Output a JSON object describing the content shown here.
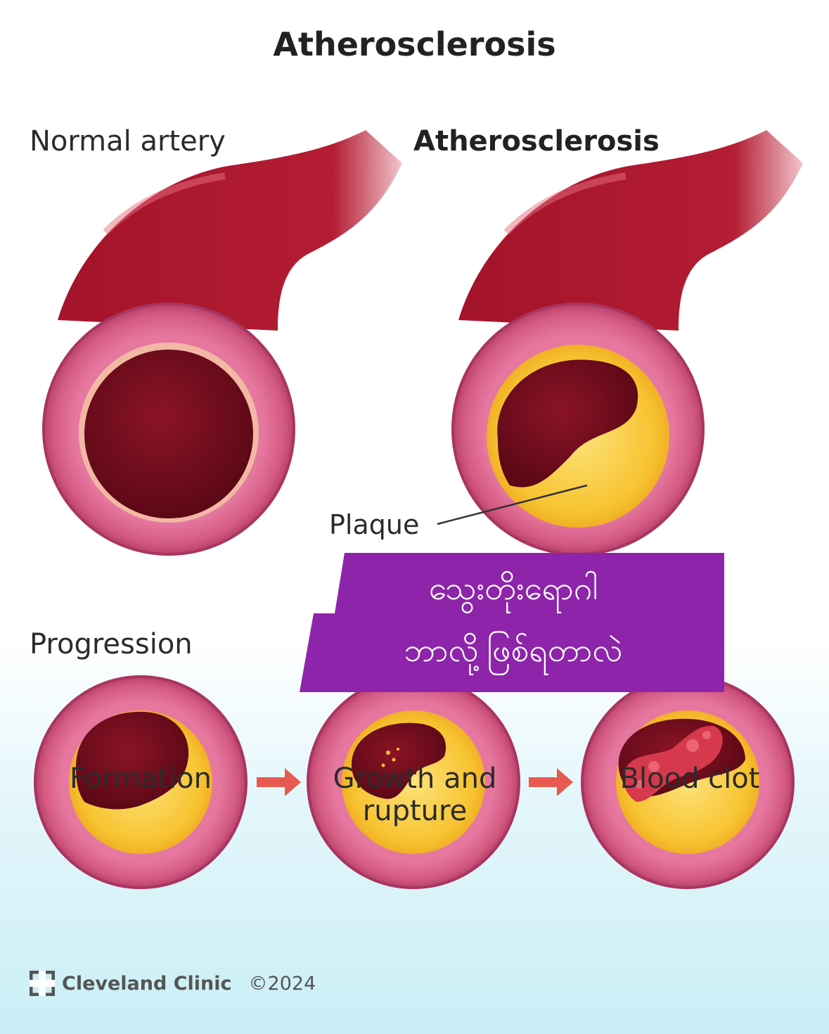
{
  "title": "Atherosclerosis",
  "panels": {
    "normal_label": "Normal artery",
    "athero_label": "Atherosclerosis",
    "plaque_label": "Plaque"
  },
  "progression": {
    "label": "Progression",
    "stages": [
      {
        "label": "Formation"
      },
      {
        "label": "Growth and rupture"
      },
      {
        "label": "Blood clot"
      }
    ]
  },
  "banner": {
    "line1": "သွေးတိုးရောဂါ",
    "line2": "ဘာလို့ဖြစ်ရတာလဲ",
    "color": "#8e24aa"
  },
  "footer": {
    "brand": "Cleveland Clinic",
    "copyright": "©2024",
    "logo_icon": "cleveland-clinic-logo-icon"
  },
  "colors": {
    "vessel": "#a3132a",
    "vessel_wall": "#d65c82",
    "lumen": "#6e0d1c",
    "plaque": "#f5c22d",
    "clot": "#d6384c",
    "arrow": "#e85a50"
  }
}
